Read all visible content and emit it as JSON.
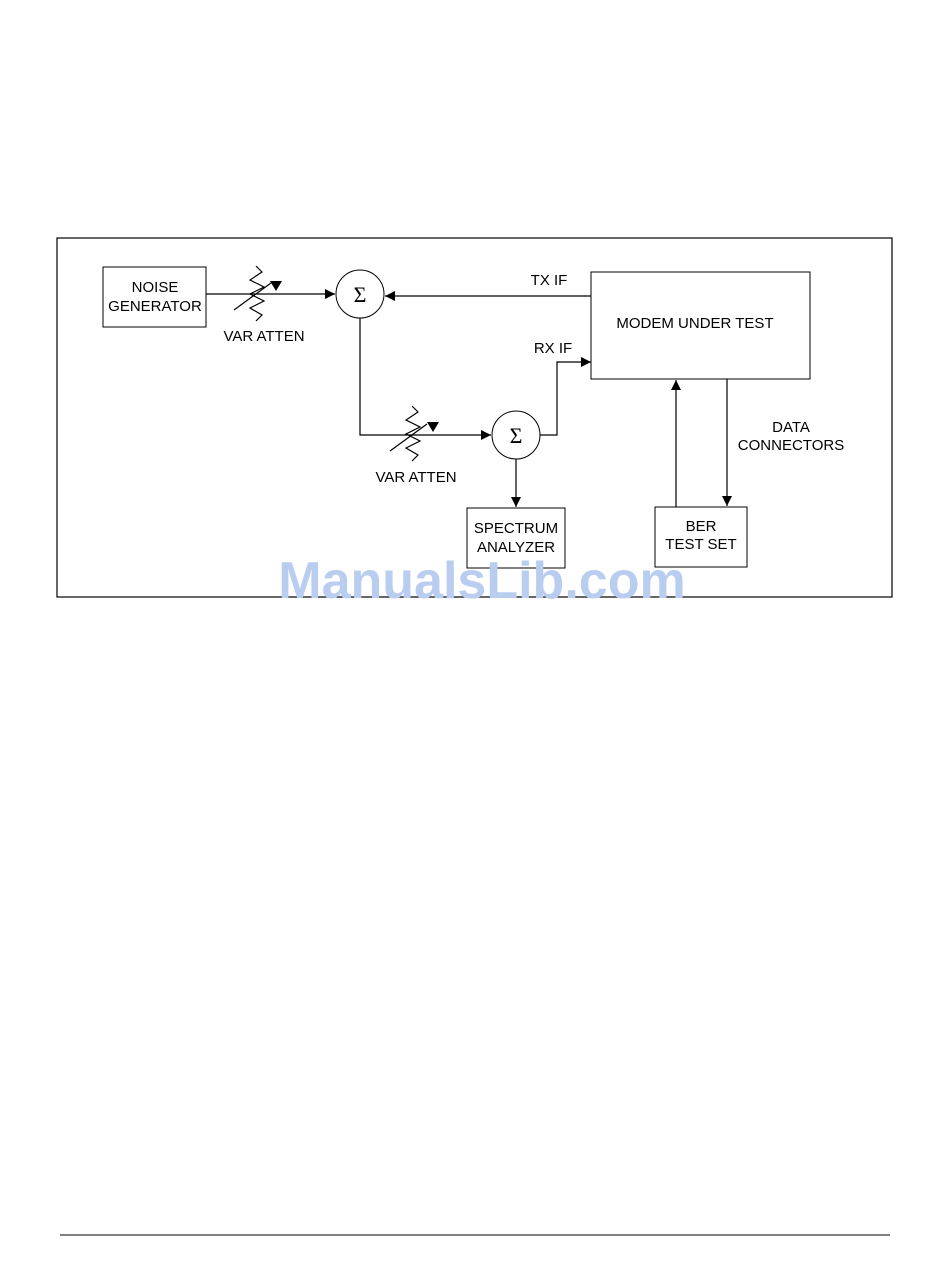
{
  "blocks": {
    "noise_generator": [
      "NOISE",
      "GENERATOR"
    ],
    "modem": [
      "MODEM UNDER TEST"
    ],
    "spectrum_analyzer": [
      "SPECTRUM",
      "ANALYZER"
    ],
    "ber_test_set": [
      "BER",
      "TEST SET"
    ]
  },
  "labels": {
    "var_atten_1": "VAR ATTEN",
    "var_atten_2": "VAR ATTEN",
    "tx_if": "TX IF",
    "rx_if": "RX IF",
    "data_connectors": [
      "DATA",
      "CONNECTORS"
    ]
  },
  "summer_symbol": "Σ",
  "watermark": "ManualsLib.com"
}
